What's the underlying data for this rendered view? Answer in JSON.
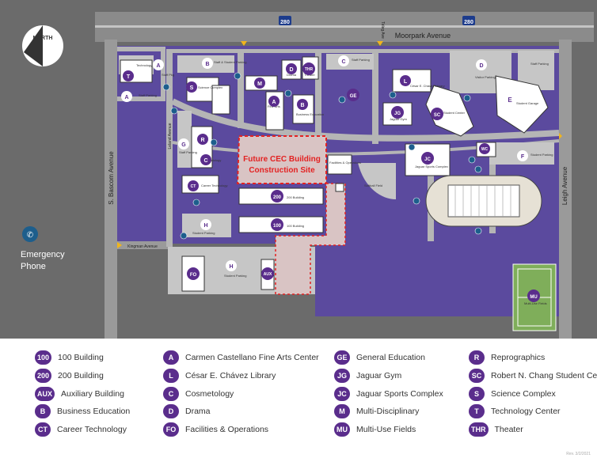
{
  "map": {
    "north_label": "NORTH",
    "streets": {
      "moorpark": "Moorpark Avenue",
      "bascom": "S. Bascom Avenue",
      "leigh": "Leigh Avenue",
      "kingman": "Kingman Avenue",
      "leland": "Leland Avenue",
      "teleg": "Teleg Ave",
      "hwy1": "280",
      "hwy2": "280"
    },
    "emergency": {
      "line1": "Emergency",
      "line2": "Phone"
    },
    "construction": {
      "line1": "Future CEC Building",
      "line2": "Construction Site"
    },
    "places": {
      "staff_pkg_a": "Staff Pkg",
      "staff_parking": "Staff Parking",
      "b_parking": "Staff & Student Parking",
      "staff_parking_c": "Staff Parking",
      "visitor_parking": "Visitor Parking",
      "staff_parking_d": "Staff Parking",
      "student_garage": "Student Garage",
      "student_parking_f": "Student Parking",
      "student_parking_h1": "Student Parking",
      "student_parking_h2": "Student Parking",
      "staff_parking_g": "Staff Parking",
      "softball": "Softball Field",
      "jaguar_gym": "Jaguar Gym",
      "student_center": "Student Center",
      "sports_complex": "Jaguar Sports Complex",
      "multi_use": "Multi-Use Fields",
      "b100": "100 Building",
      "b200": "200 Building",
      "facilities": "Facilities & Operations",
      "career_tech": "Career Technology",
      "science": "Science Complex",
      "technology": "Technology Center",
      "drama": "Drama",
      "theater": "Theater",
      "business": "Business Education",
      "fine_arts": "Fine Arts",
      "library": "César E. Chávez Library",
      "cosmetology": "Cosmetology"
    },
    "badges": {
      "T": "T",
      "A1": "A",
      "A2": "A",
      "A3": "A",
      "B1": "B",
      "B2": "B",
      "C1": "C",
      "C2": "C",
      "D1": "D",
      "D2": "D",
      "S": "S",
      "M": "M",
      "THR": "THR",
      "GE": "GE",
      "L": "L",
      "JG": "JG",
      "SC": "SC",
      "E": "E",
      "JC": "JC",
      "WC": "WC",
      "F": "F",
      "G": "G",
      "R": "R",
      "CT": "CT",
      "H1": "H",
      "H2": "H",
      "FO": "FO",
      "AUX": "AUX",
      "MU": "MU",
      "B200": "200",
      "B100": "100"
    }
  },
  "legend": [
    {
      "code": "100",
      "label": "100 Building"
    },
    {
      "code": "200",
      "label": "200 Building"
    },
    {
      "code": "AUX",
      "label": "Auxiliary Building"
    },
    {
      "code": "B",
      "label": "Business Education"
    },
    {
      "code": "CT",
      "label": "Career Technology"
    },
    {
      "code": "A",
      "label": "Carmen Castellano Fine Arts Center"
    },
    {
      "code": "L",
      "label": "César E. Chávez Library"
    },
    {
      "code": "C",
      "label": "Cosmetology"
    },
    {
      "code": "D",
      "label": "Drama"
    },
    {
      "code": "FO",
      "label": "Facilities & Operations"
    },
    {
      "code": "GE",
      "label": "General Education"
    },
    {
      "code": "JG",
      "label": "Jaguar Gym"
    },
    {
      "code": "JC",
      "label": "Jaguar Sports Complex"
    },
    {
      "code": "M",
      "label": "Multi-Disciplinary"
    },
    {
      "code": "MU",
      "label": "Multi-Use Fields"
    },
    {
      "code": "R",
      "label": "Reprographics"
    },
    {
      "code": "SC",
      "label": "Robert N. Chang Student Center"
    },
    {
      "code": "S",
      "label": "Science Complex"
    },
    {
      "code": "T",
      "label": "Technology Center"
    },
    {
      "code": "THR",
      "label": "Theater"
    }
  ],
  "revision": "Rev. 3/2/2021",
  "colors": {
    "campus": "#5b4a9e",
    "road": "#6b6b6b",
    "parking": "#c6c6c6",
    "building": "#ffffff",
    "badge": "#5a2d8c",
    "construction": "#e32222",
    "field_green": "#7fae5a",
    "accent_blue": "#1d5e8c"
  }
}
